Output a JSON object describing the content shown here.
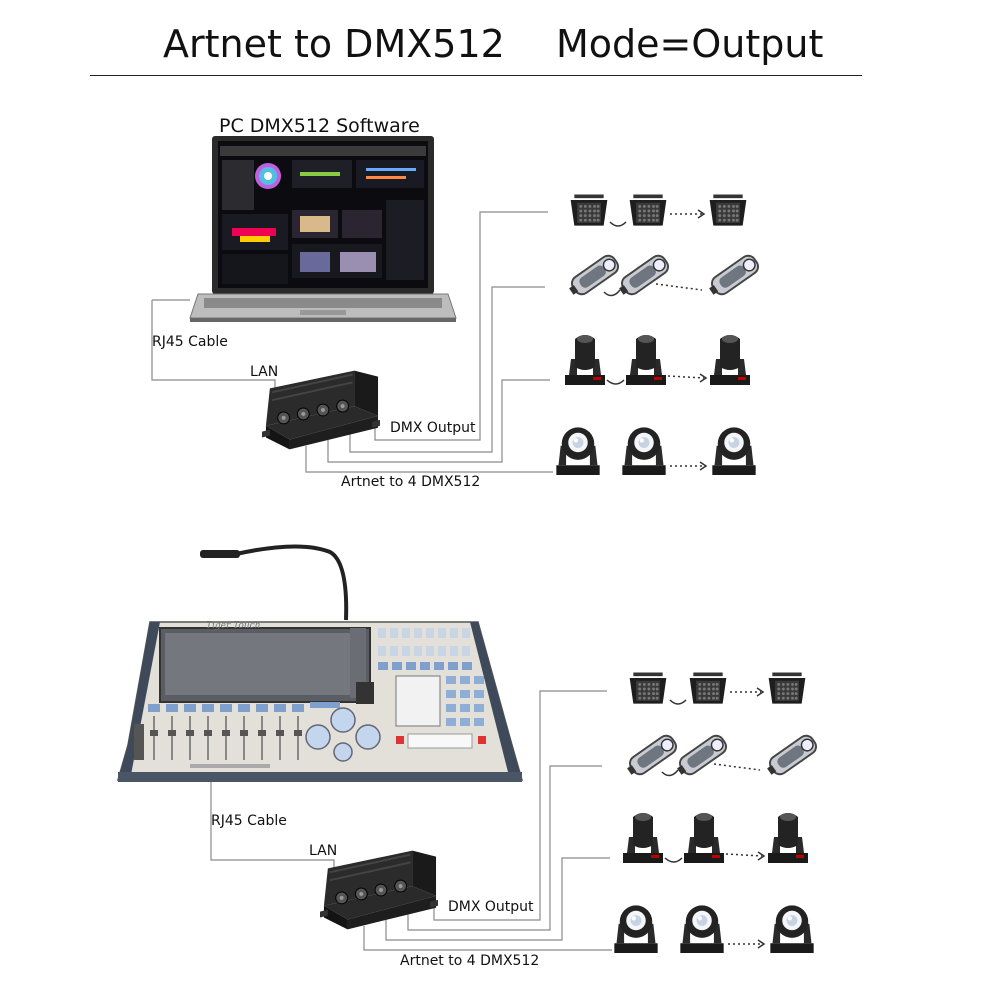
{
  "header": {
    "title": "Artnet to DMX512",
    "mode": "Mode=Output"
  },
  "top_section": {
    "software_label": "PC DMX512 Software",
    "rj45_label": "RJ45 Cable",
    "lan_label": "LAN",
    "dmx_output_label": "DMX Output",
    "artnet_label": "Artnet to 4 DMX512"
  },
  "bottom_section": {
    "console_brand": "Tiger Touch",
    "rj45_label": "RJ45 Cable",
    "lan_label": "LAN",
    "dmx_output_label": "DMX Output",
    "artnet_label": "Artnet to 4 DMX512"
  },
  "fixtures": [
    "par-light",
    "led-bar-light",
    "moving-head-spot",
    "moving-head-beam"
  ],
  "colors": {
    "line": "#888888",
    "device": "#1c1c1c",
    "fixture_body": "#222222",
    "console_body": "#dcdad2"
  }
}
